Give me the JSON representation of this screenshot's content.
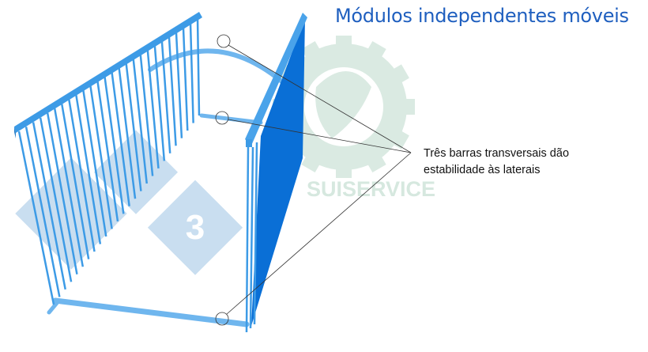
{
  "title": "Módulos independentes móveis",
  "annotation": {
    "line1": "Três barras transversais dão",
    "line2": "estabilidade às laterais"
  },
  "watermark": {
    "brand": "SUISERVICE",
    "badge_digit": "3"
  },
  "colors": {
    "title": "#1f5fbf",
    "rail": "#3d9be6",
    "rail_light": "#6fb6ee",
    "panel_dark": "#0a6fd6",
    "watermark_gear": "#d6e8df",
    "watermark_badge": "#c9def0"
  }
}
